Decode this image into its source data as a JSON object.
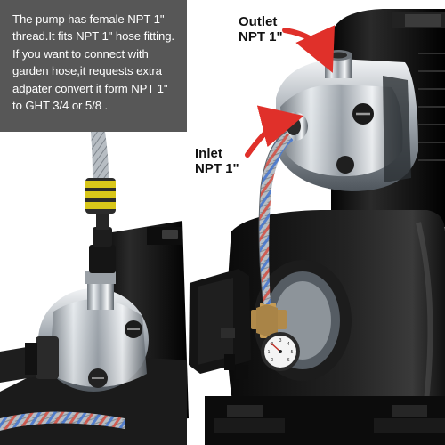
{
  "caption": {
    "text": "The pump has female NPT 1\"\nthread.It fits NPT 1\" hose fitting.\nIf you want to connect with\ngarden hose,it requests extra\nadpater convert it form NPT 1\"\nto GHT 3/4 or 5/8 ."
  },
  "labels": {
    "outlet": "Outlet\nNPT 1\"",
    "inlet": "Inlet\nNPT 1\""
  },
  "gauge": {
    "ticks": [
      "0",
      "1",
      "2",
      "3",
      "4",
      "5",
      "6"
    ]
  },
  "colors": {
    "caption_bg": "#575757",
    "arrow": "#e0302a",
    "pump_body": "#1a1a1a",
    "steel": "#c8cdd2",
    "hose_braid": "#b8bec4",
    "hose_stripe_red": "#d6473a",
    "hose_stripe_blue": "#3b6fd0",
    "yellow_coupler": "#d8c61a"
  }
}
